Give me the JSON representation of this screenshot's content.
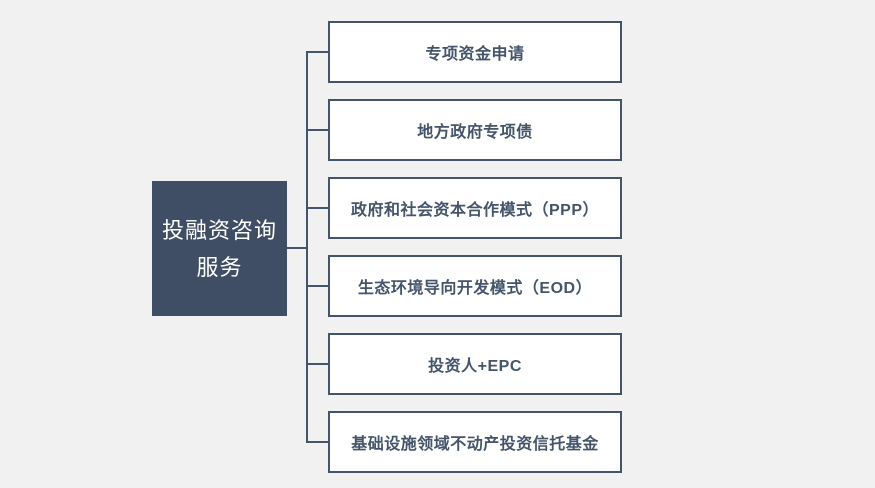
{
  "diagram": {
    "title": "投融资咨询服务",
    "root": {
      "label": "投融资咨询服务",
      "lines": [
        "投融资咨询",
        "服务"
      ]
    },
    "branches": [
      {
        "label": "专项资金申请"
      },
      {
        "label": "地方政府专项债"
      },
      {
        "label": "政府和社会资本合作模式（PPP）"
      },
      {
        "label": "生态环境导向开发模式（EOD）"
      },
      {
        "label": "投资人+EPC"
      },
      {
        "label": "基础设施领域不动产投资信托基金"
      }
    ],
    "colors": {
      "background": "#f1f1f2",
      "root_fill": "#3f4e64",
      "root_text": "#ffffff",
      "box_fill": "#ffffff",
      "box_border": "#44546a",
      "box_text": "#44546a",
      "connector": "#44546a"
    }
  }
}
